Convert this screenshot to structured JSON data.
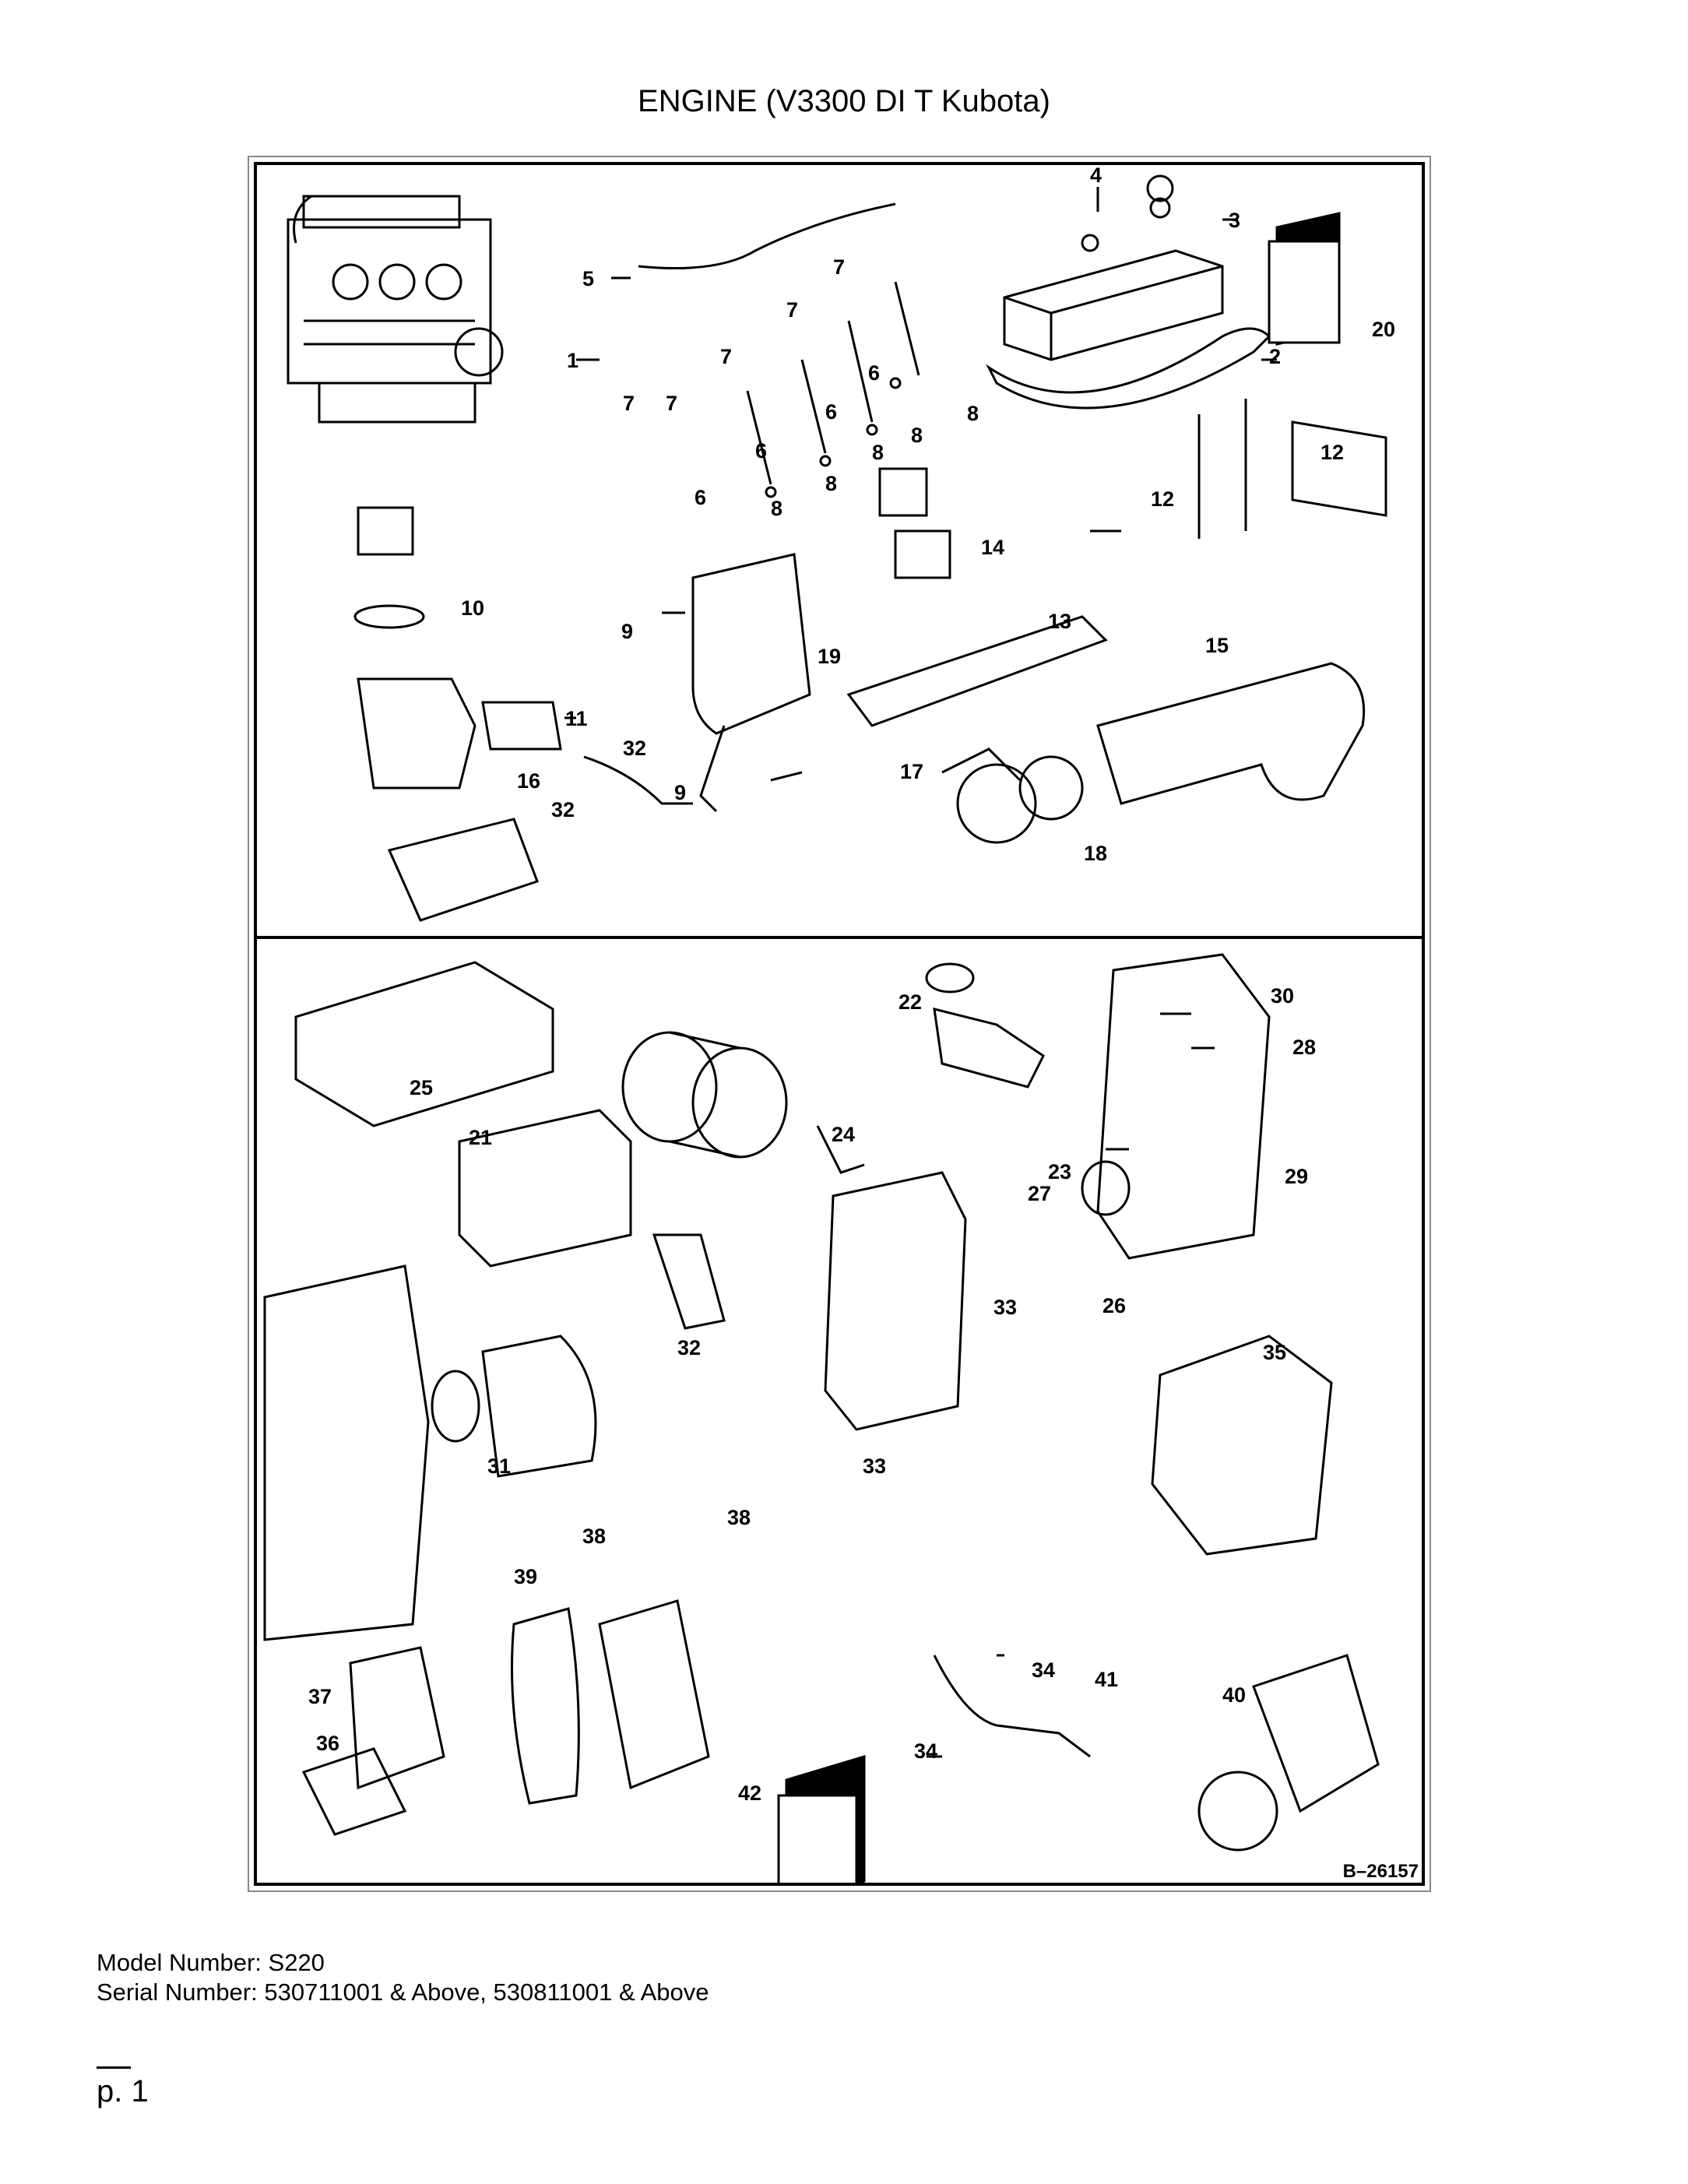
{
  "title": "ENGINE (V3300 DI T Kubota)",
  "drawing_ref": "B–26157",
  "model_number_line": "Model Number: S220",
  "serial_number_line": "Serial Number: 530711001 & Above, 530811001 & Above",
  "page_rule": "—",
  "page_label": "p. 1",
  "top_panel_callouts": [
    "1",
    "2",
    "3",
    "4",
    "5",
    "6",
    "6",
    "6",
    "6",
    "7",
    "7",
    "7",
    "7",
    "7",
    "8",
    "8",
    "8",
    "8",
    "8",
    "9",
    "9",
    "10",
    "11",
    "12",
    "12",
    "13",
    "14",
    "15",
    "16",
    "17",
    "18",
    "19",
    "20",
    "32",
    "32"
  ],
  "bottom_panel_callouts": [
    "21",
    "22",
    "23",
    "24",
    "25",
    "26",
    "27",
    "28",
    "29",
    "30",
    "31",
    "32",
    "33",
    "33",
    "34",
    "34",
    "35",
    "36",
    "37",
    "38",
    "38",
    "39",
    "40",
    "41",
    "42"
  ]
}
